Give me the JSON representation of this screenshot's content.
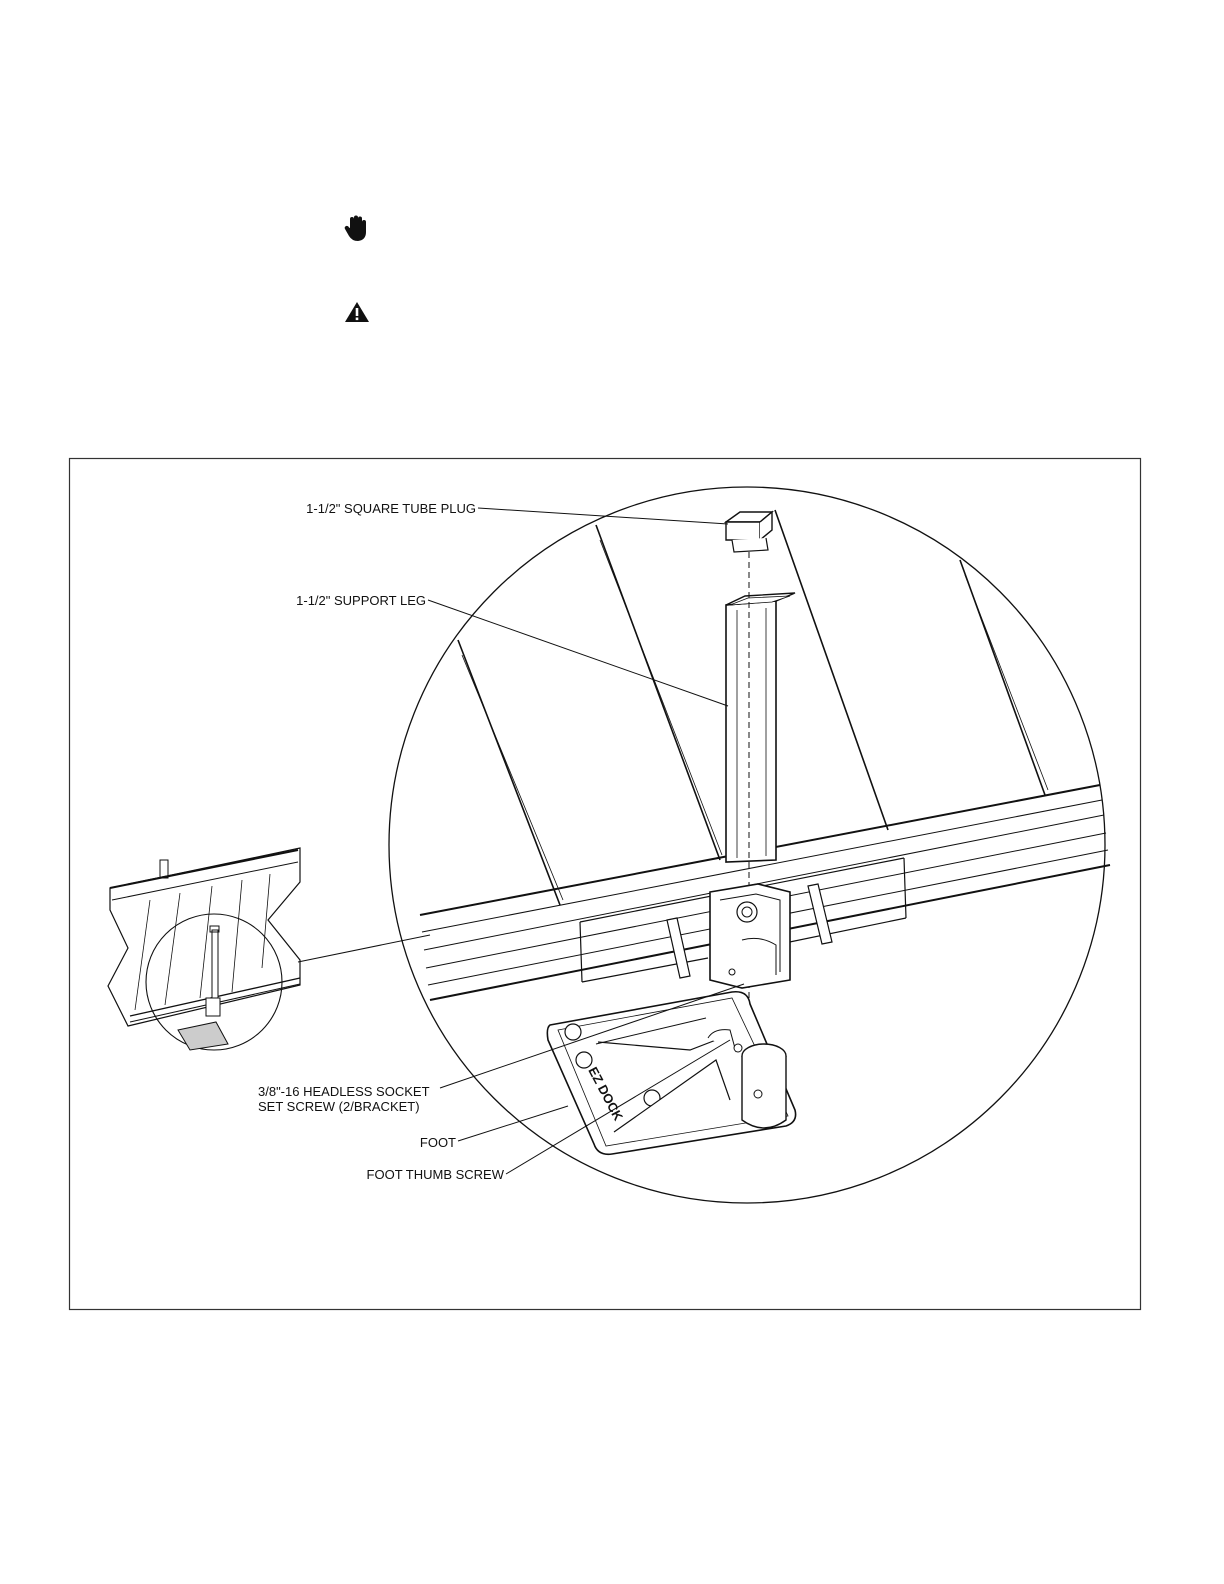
{
  "icons": {
    "hand": "hand-stop-icon",
    "warning": "warning-triangle-icon"
  },
  "callouts": {
    "tube_plug": "1-1/2\" SQUARE TUBE PLUG",
    "support_leg": "1-1/2\" SUPPORT LEG",
    "set_screw_line1": "3/8\"-16 HEADLESS SOCKET",
    "set_screw_line2": "SET SCREW (2/BRACKET)",
    "foot": "FOOT",
    "foot_thumb_screw": "FOOT THUMB SCREW"
  },
  "logo_text": "EZ DOCK",
  "colors": {
    "line": "#111111",
    "frame": "#333333",
    "background": "#ffffff"
  }
}
